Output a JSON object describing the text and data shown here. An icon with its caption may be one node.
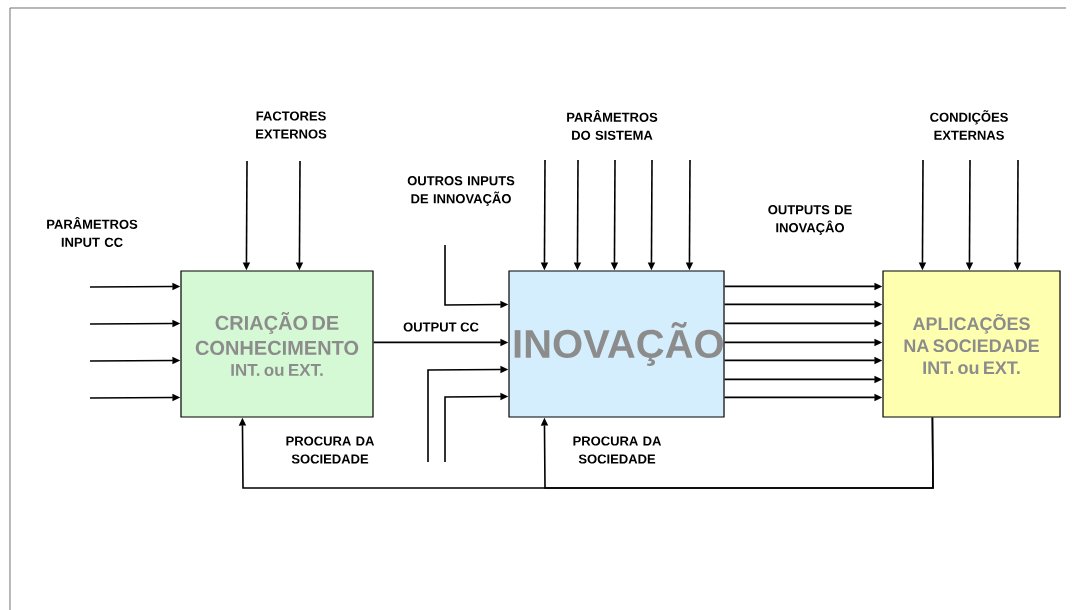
{
  "diagram": {
    "nodes": [
      {
        "text": [
          "CRIAÇÃO DE CONHECIMENTO",
          "INT. ou EXT."
        ]
      },
      {
        "text": [
          "INOVAÇÃO"
        ]
      },
      {
        "text": [
          "APLICAÇÕES NA SOCIEDADE",
          "INT. ou EXT."
        ]
      }
    ],
    "edges": [
      {
        "from": null,
        "to": 0,
        "arrow": "to"
      },
      {
        "from": null,
        "to": 0,
        "arrow": "to"
      },
      {
        "from": null,
        "to": 0,
        "arrow": "to"
      },
      {
        "from": null,
        "to": 0,
        "arrow": "to"
      },
      {
        "from": null,
        "to": 0,
        "arrow": "to"
      },
      {
        "from": null,
        "to": 0,
        "arrow": "to"
      },
      {
        "from": 0,
        "to": 1,
        "arrow": "to",
        "label": "OUTPUT CC"
      },
      {
        "from": null,
        "to": 1,
        "arrow": "to"
      },
      {
        "from": null,
        "to": 1,
        "arrow": "to"
      },
      {
        "from": null,
        "to": 1,
        "arrow": "to"
      },
      {
        "from": null,
        "to": 1,
        "arrow": "to"
      },
      {
        "from": null,
        "to": 1,
        "arrow": "to"
      },
      {
        "from": null,
        "to": 1,
        "arrow": "to"
      },
      {
        "from": null,
        "to": 1,
        "arrow": "to"
      },
      {
        "from": null,
        "to": 1,
        "arrow": "to"
      },
      {
        "from": 1,
        "to": 2,
        "arrow": "to"
      },
      {
        "from": 1,
        "to": 2,
        "arrow": "to"
      },
      {
        "from": 1,
        "to": 2,
        "arrow": "to"
      },
      {
        "from": 1,
        "to": 2,
        "arrow": "to"
      },
      {
        "from": 1,
        "to": 2,
        "arrow": "to"
      },
      {
        "from": 1,
        "to": 2,
        "arrow": "to"
      },
      {
        "from": 1,
        "to": 2,
        "arrow": "to"
      },
      {
        "from": null,
        "to": 2,
        "arrow": "to"
      },
      {
        "from": null,
        "to": 2,
        "arrow": "to"
      },
      {
        "from": null,
        "to": 2,
        "arrow": "to"
      },
      {
        "from": 2,
        "to": 0,
        "arrow": "to"
      },
      {
        "from": 2,
        "to": 1,
        "arrow": "to"
      }
    ],
    "labels": [
      "PARÂMETROS INPUT CC",
      "FACTORES EXTERNOS",
      "OUTROS INPUTS DE INNOVAÇÃO",
      "PARÂMETROS DO SISTEMA",
      "OUTPUTS DE INOVAÇÂO",
      "CONDIÇÕES EXTERNAS",
      "PROCURA DA SOCIEDADE",
      "PROCURA DA SOCIEDADE"
    ]
  }
}
